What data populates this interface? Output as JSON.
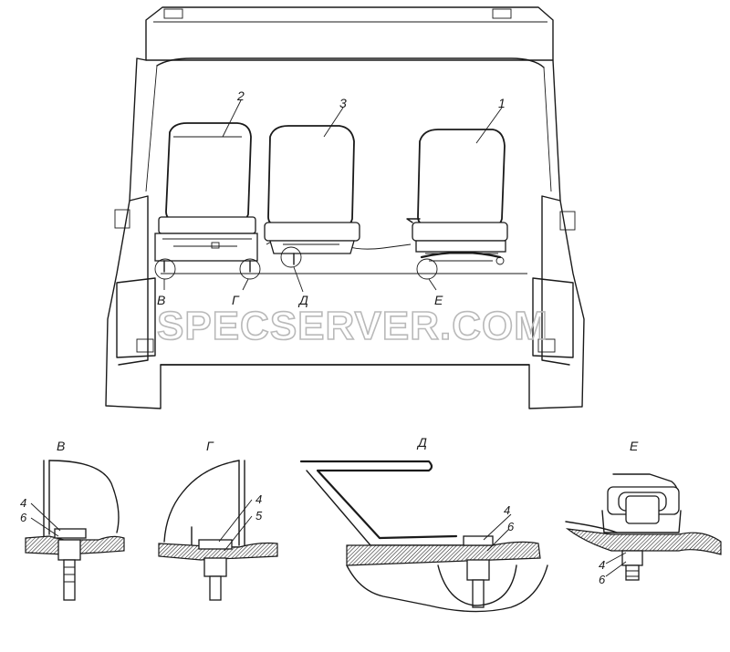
{
  "callouts": {
    "seat_1": "1",
    "seat_2": "2",
    "seat_3": "3",
    "view_v": "В",
    "view_g": "Г",
    "view_d": "Д",
    "view_e": "Е"
  },
  "details": {
    "v": {
      "title": "В",
      "label_top": "4",
      "label_bottom": "6"
    },
    "g": {
      "title": "Г",
      "label_top": "4",
      "label_bottom": "5"
    },
    "d": {
      "title": "Д",
      "label_top": "4",
      "label_bottom": "6"
    },
    "e": {
      "title": "Е",
      "label_top": "4",
      "label_bottom": "6"
    }
  },
  "watermark": "SPECSERVER.COM"
}
